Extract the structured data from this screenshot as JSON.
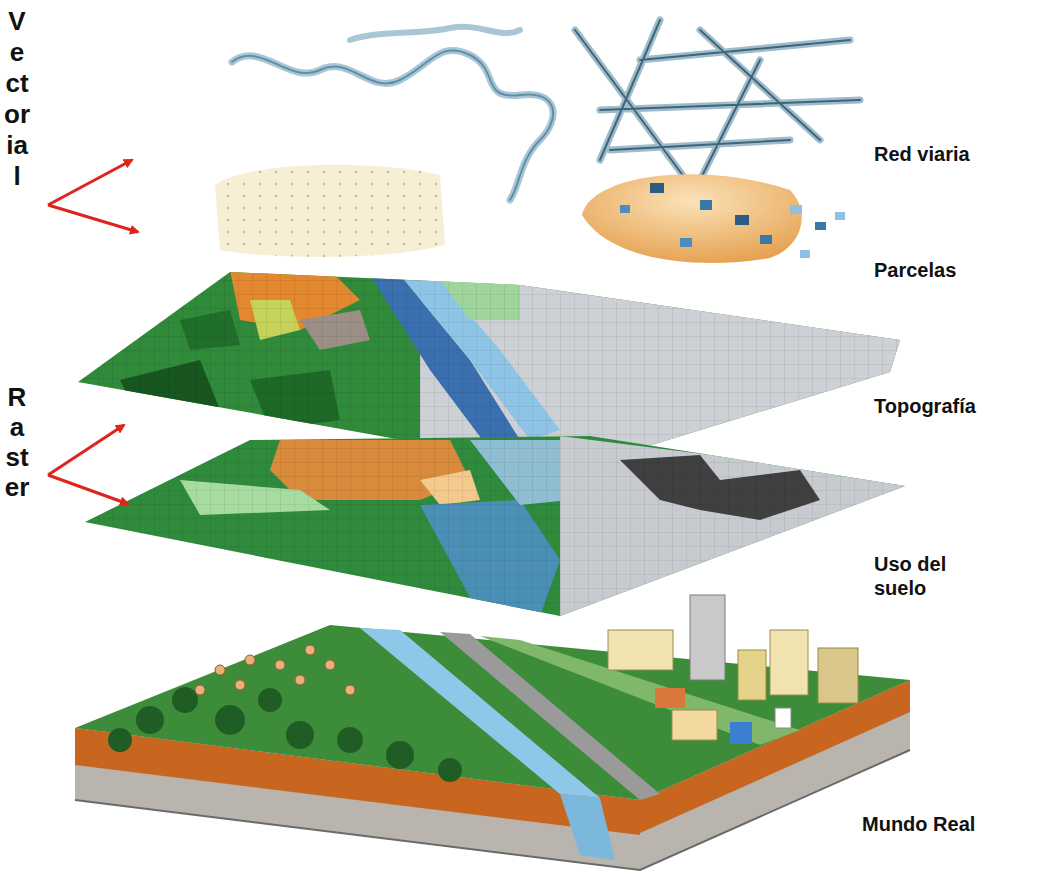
{
  "diagram": {
    "labels": [
      "Vectorial",
      "Raster",
      "Red viaria",
      "Parcelas",
      "Topografía",
      "Uso del suelo",
      "Mundo Real"
    ]
  }
}
